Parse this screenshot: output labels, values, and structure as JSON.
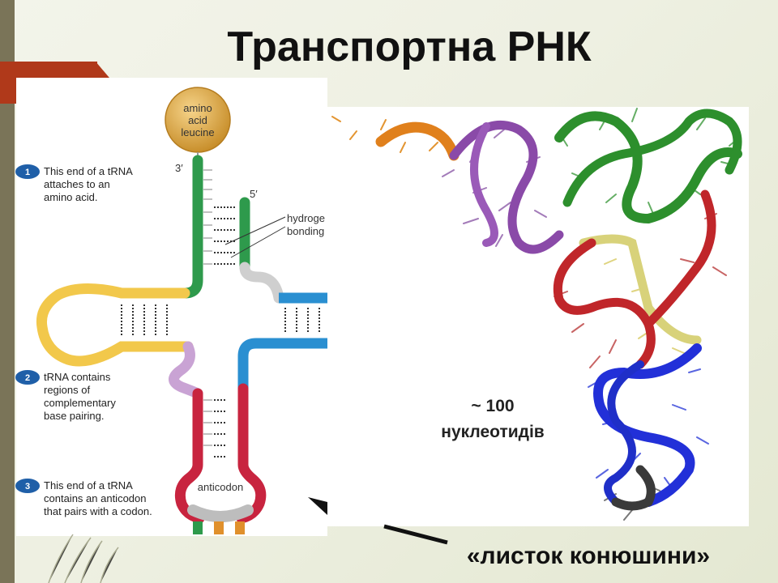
{
  "slide": {
    "title": "Транспортна РНК",
    "nucleotide_count": "~ 100",
    "nucleotide_unit": "нуклеотидів",
    "cloverleaf_caption": "«листок конюшини»"
  },
  "trna_diagram": {
    "amino_acid": [
      "amino",
      "acid",
      "leucine"
    ],
    "end_3": "3′",
    "end_5": "5′",
    "hydrogen_label": [
      "hydroge",
      "bonding"
    ],
    "anticodon": "anticodon",
    "notes": [
      {
        "number": "1",
        "lines": [
          "This end of a tRNA",
          "attaches to an",
          "amino acid."
        ]
      },
      {
        "number": "2",
        "lines": [
          "tRNA contains",
          "regions of",
          "complementary",
          "base pairing."
        ]
      },
      {
        "number": "3",
        "lines": [
          "This end of a tRNA",
          "contains an anticodon",
          "that pairs with a codon."
        ]
      }
    ]
  },
  "colors": {
    "acceptor_green": "#2e9a4c",
    "loop_yellow": "#f2c84b",
    "anticodon_red": "#c8243f",
    "blue_arm": "#2a8fd1",
    "variable_lilac": "#c9a3d4",
    "step_badge": "#1f5fa8",
    "amino_ball": "#d9a23a"
  }
}
